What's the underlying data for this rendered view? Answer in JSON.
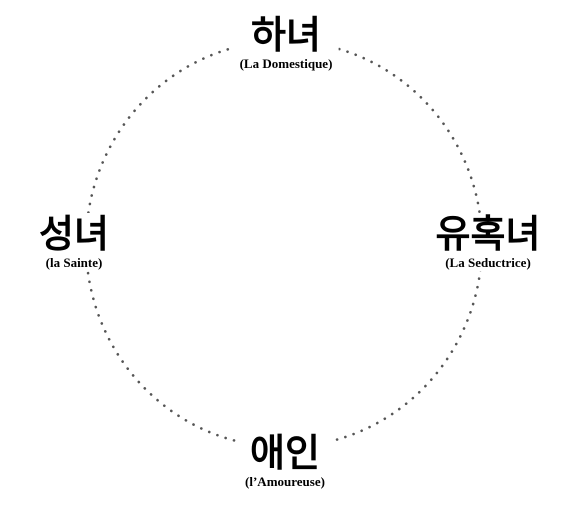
{
  "diagram": {
    "nodes": [
      {
        "id": "top",
        "korean": "하녀",
        "french": "(La Domestique)"
      },
      {
        "id": "left",
        "korean": "성녀",
        "french": "(la Sainte)"
      },
      {
        "id": "right",
        "korean": "유혹녀",
        "french": "(La Seductrice)"
      },
      {
        "id": "bottom",
        "korean": "애인",
        "french": "(l’Amoureuse)"
      }
    ],
    "ring_style": "dotted",
    "ring_color": "#555555"
  }
}
